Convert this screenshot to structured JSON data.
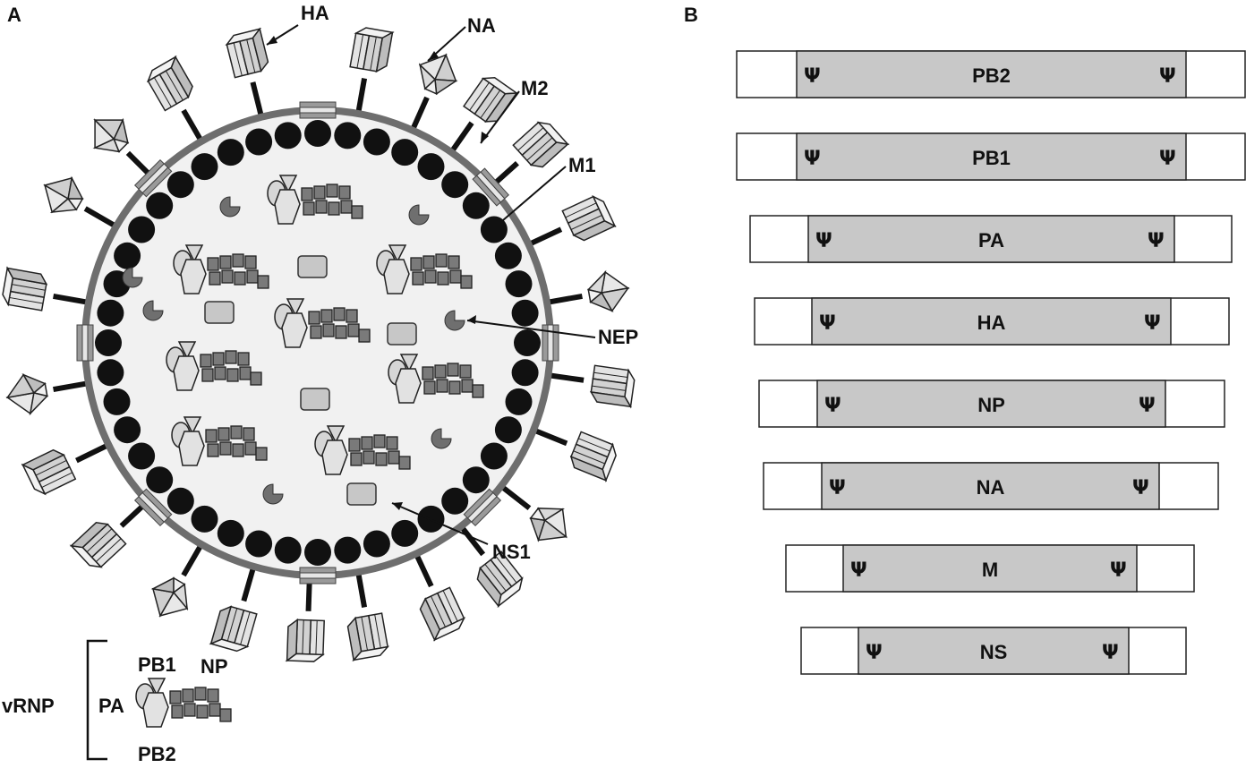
{
  "panelA": {
    "letter": "A",
    "labels": {
      "ha": "HA",
      "na": "NA",
      "m2": "M2",
      "m1": "M1",
      "nep": "NEP",
      "ns1": "NS1"
    },
    "vrnp": {
      "title": "vRNP",
      "pb1": "PB1",
      "np": "NP",
      "pa": "PA",
      "pb2": "PB2"
    }
  },
  "panelB": {
    "letter": "B",
    "psi_symbol": "Ψ",
    "segments": [
      "PB2",
      "PB1",
      "PA",
      "HA",
      "NP",
      "NA",
      "M",
      "NS"
    ]
  },
  "colors": {
    "membrane": "#6e6e6e",
    "interior": "#f1f1f1",
    "m1_ball": "#111111",
    "protein_light": "#e3e3e3",
    "np_dark": "#7a7a7a",
    "segment_fill": "#c8c8c8",
    "outline": "#222222"
  }
}
